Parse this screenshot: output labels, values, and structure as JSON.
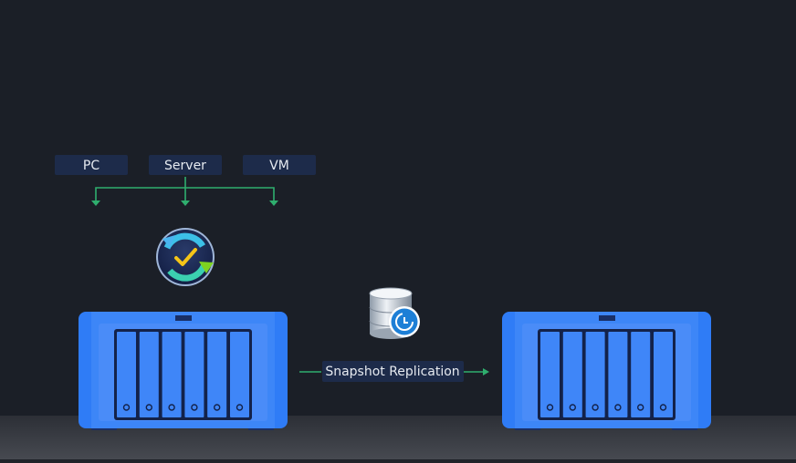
{
  "sources": [
    {
      "label": "PC"
    },
    {
      "label": "Server"
    },
    {
      "label": "VM"
    }
  ],
  "replication": {
    "label": "Snapshot Replication"
  },
  "icons": {
    "backup": "active-backup-icon",
    "snapshot": "database-snapshot-icon"
  },
  "colors": {
    "background": "#1b1f27",
    "label_box": "#1d2b4a",
    "arrow": "#2fae6e",
    "nas_body": "#2f7cf6",
    "nas_panel": "#4a8cf8"
  }
}
